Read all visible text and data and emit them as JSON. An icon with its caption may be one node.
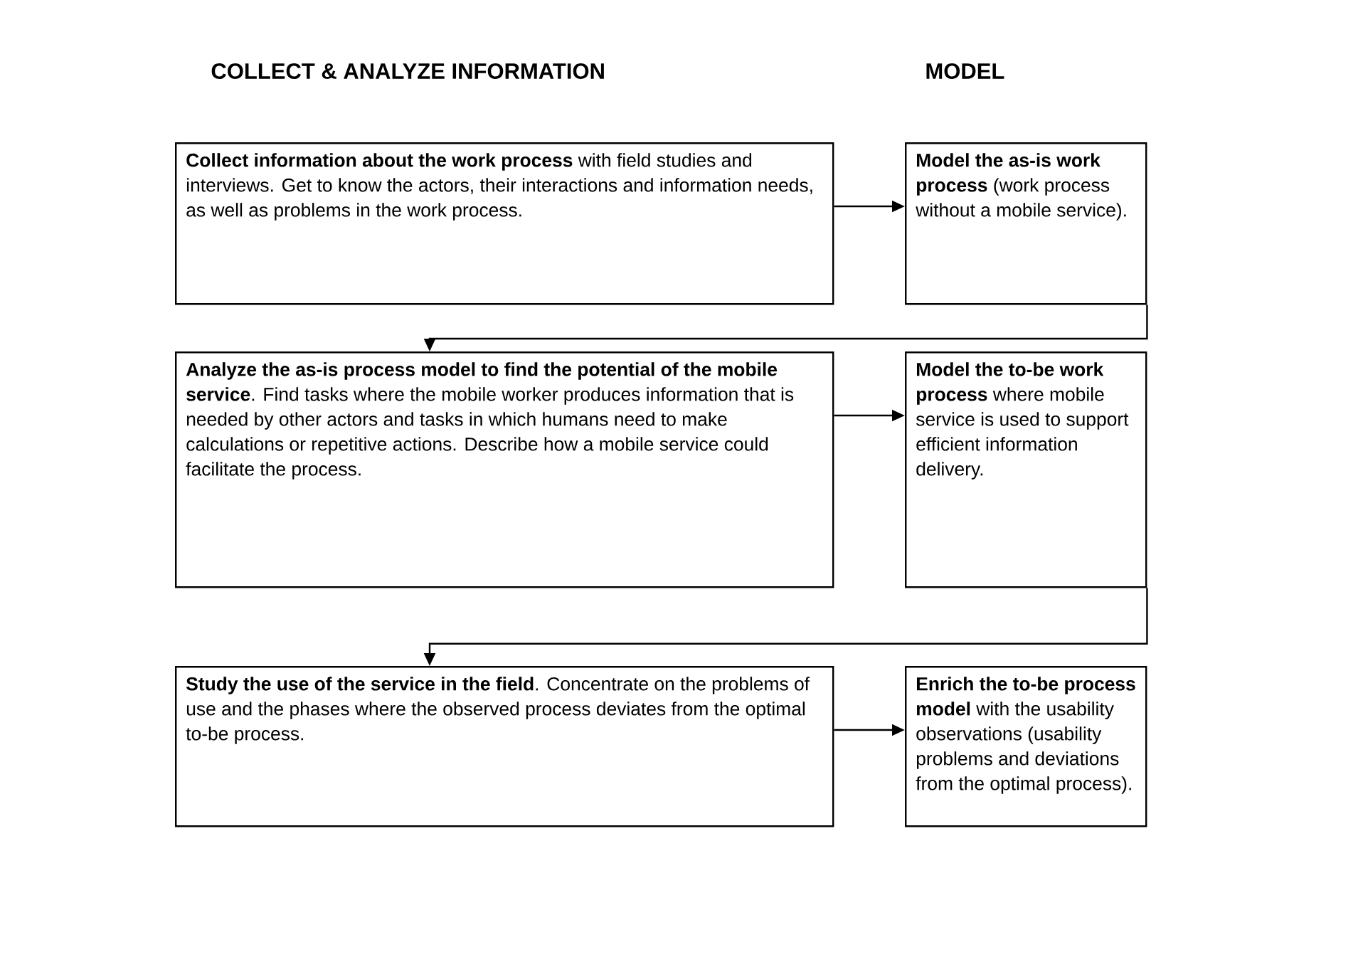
{
  "diagram": {
    "nodes": [
      {
        "text": [
          "**Collect information about the work process** with field studies and interviews. Get to know the actors, their interactions and information needs, as well as problems in the work process."
        ]
      },
      {
        "text": [
          "**Model the as-is work process** (work process without a mobile service)."
        ]
      },
      {
        "text": [
          "**Analyze the as-is process model to find the potential of the mobile service**. Find tasks where the mobile worker produces information that is needed by other actors and tasks in which humans need to make calculations or repetitive actions. Describe how a mobile service could facilitate the process."
        ]
      },
      {
        "text": [
          "**Model the to-be work process** where mobile service is used to support efficient information delivery."
        ]
      },
      {
        "text": [
          "**Study the use of the service in the field**. Concentrate on the problems of use and the phases where the observed process deviates from the optimal to-be process."
        ]
      },
      {
        "text": [
          "**Enrich the to-be process model** with the usability observations (usability problems and deviations from the optimal process)."
        ]
      }
    ],
    "edges": [
      {
        "from": 0,
        "to": 1,
        "arrow": "to"
      },
      {
        "from": 1,
        "to": 2,
        "arrow": "to"
      },
      {
        "from": 2,
        "to": 3,
        "arrow": "to"
      },
      {
        "from": 3,
        "to": 4,
        "arrow": "to"
      },
      {
        "from": 4,
        "to": 5,
        "arrow": "to"
      }
    ],
    "labels": [
      "COLLECT & ANALYZE INFORMATION",
      "MODEL"
    ]
  }
}
